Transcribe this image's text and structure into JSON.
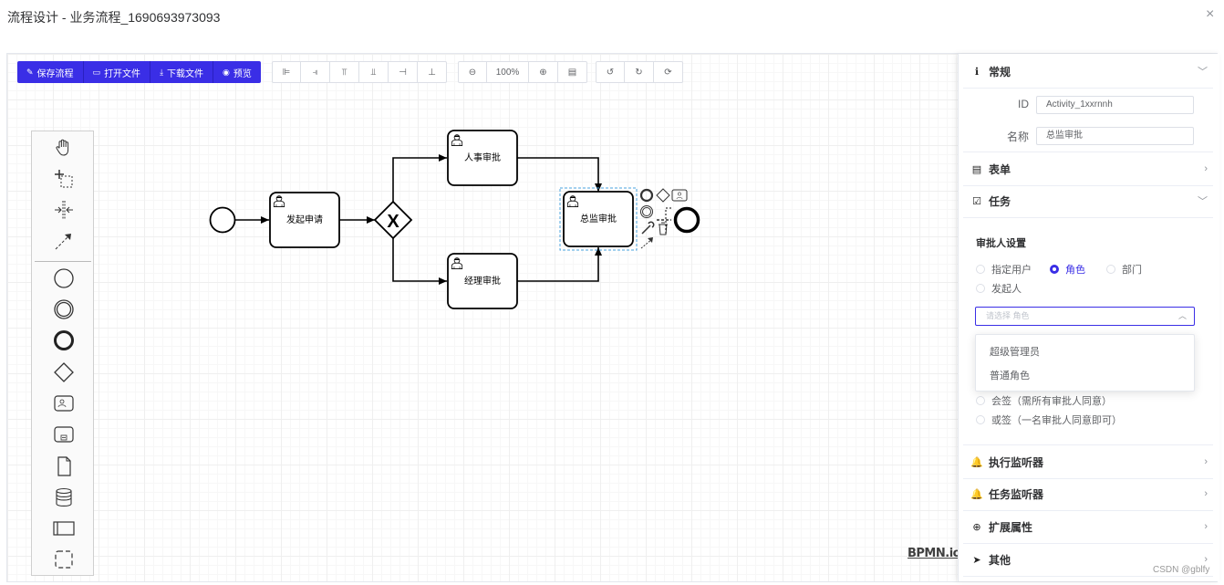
{
  "dialog": {
    "title": "流程设计 - 业务流程_1690693973093",
    "close": "×"
  },
  "toolbar": {
    "actions": [
      {
        "icon": "✎",
        "label": "保存流程"
      },
      {
        "icon": "▭",
        "label": "打开文件"
      },
      {
        "icon": "⤓",
        "label": "下载文件"
      },
      {
        "icon": "◉",
        "label": "预览"
      }
    ],
    "align": [
      "⊫",
      "⫣",
      "⫪",
      "⫫",
      "⊣",
      "⊥"
    ],
    "zoom": {
      "out": "⊖",
      "value": "100%",
      "in": "⊕",
      "fit": "▤"
    },
    "history": [
      "↺",
      "↻",
      "⟳"
    ]
  },
  "diagram": {
    "tasks": [
      "发起申请",
      "人事审批",
      "经理审批",
      "总监审批"
    ],
    "gateway_mark": "X"
  },
  "logo": "BPMN.io",
  "panel": {
    "sections": {
      "general": {
        "icon": "ℹ",
        "title": "常规"
      },
      "form": {
        "icon": "▤",
        "title": "表单"
      },
      "task": {
        "icon": "☑",
        "title": "任务"
      },
      "exec_listener": {
        "icon": "🔔",
        "title": "执行监听器"
      },
      "task_listener": {
        "icon": "🔔",
        "title": "任务监听器"
      },
      "ext_props": {
        "icon": "⊕",
        "title": "扩展属性"
      },
      "other": {
        "icon": "➤",
        "title": "其他"
      }
    },
    "general_fields": {
      "id_label": "ID",
      "id_value": "Activity_1xxrnnh",
      "name_label": "名称",
      "name_value": "总监审批"
    },
    "approver": {
      "title": "审批人设置",
      "options": [
        "指定用户",
        "角色",
        "部门",
        "发起人"
      ],
      "selected": "角色",
      "select_placeholder": "请选择 角色",
      "dropdown_items": [
        "超级管理员",
        "普通角色"
      ],
      "multi_options": [
        "会签（需所有审批人同意）",
        "或签（一名审批人同意即可）"
      ]
    }
  },
  "watermark": "CSDN @gblfy",
  "colors": {
    "primary": "#3a2ee6",
    "selection": "#4aa3df"
  }
}
